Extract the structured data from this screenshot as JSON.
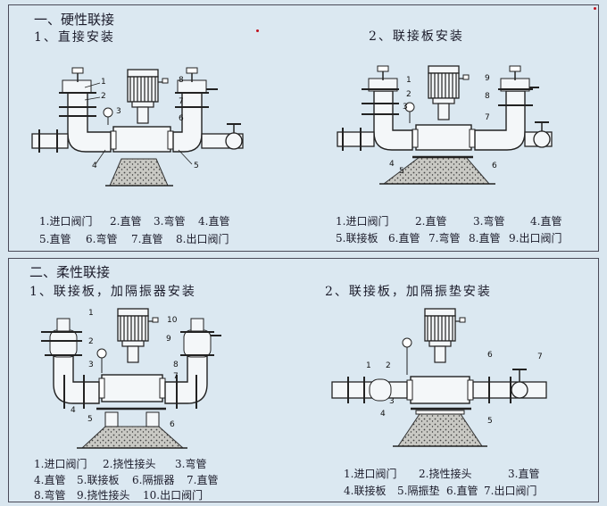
{
  "section1": {
    "heading": "一、硬性联接",
    "sub1": "1、直接安装",
    "sub2": "2、联接板安装",
    "legend1": [
      "1.进口阀门",
      "2.直管",
      "3.弯管",
      "4.直管",
      "5.直管",
      "6.弯管",
      "7.直管",
      "8.出口阀门"
    ],
    "legend2": [
      "1.进口阀门",
      "2.直管",
      "3.弯管",
      "4.直管",
      "5.联接板",
      "6.直管",
      "7.弯管",
      "8.直管",
      "9.出口阀门"
    ]
  },
  "section2": {
    "heading": "二、柔性联接",
    "sub1": "1、联接板，加隔振器安装",
    "sub2": "2、联接板，加隔振垫安装",
    "legend1": [
      "1.进口阀门",
      "2.挠性接头",
      "3.弯管",
      "4.直管",
      "5.联接板",
      "6.隔振器",
      "7.直管",
      "8.弯管",
      "9.挠性接头",
      "10.出口阀门"
    ],
    "legend2": [
      "1.进口阀门",
      "2.挠性接头",
      "3.直管",
      "4.联接板",
      "5.隔振垫",
      "6.直管",
      "7.出口阀门"
    ]
  },
  "callouts": {
    "d1": [
      "1",
      "2",
      "3",
      "4",
      "5",
      "6",
      "7",
      "8"
    ],
    "d2": [
      "1",
      "2",
      "3",
      "4",
      "5",
      "6",
      "7",
      "8",
      "9"
    ],
    "d3": [
      "1",
      "2",
      "3",
      "4",
      "5",
      "6",
      "7",
      "8",
      "9",
      "10"
    ],
    "d4": [
      "1",
      "2",
      "3",
      "4",
      "5",
      "6",
      "7"
    ]
  }
}
